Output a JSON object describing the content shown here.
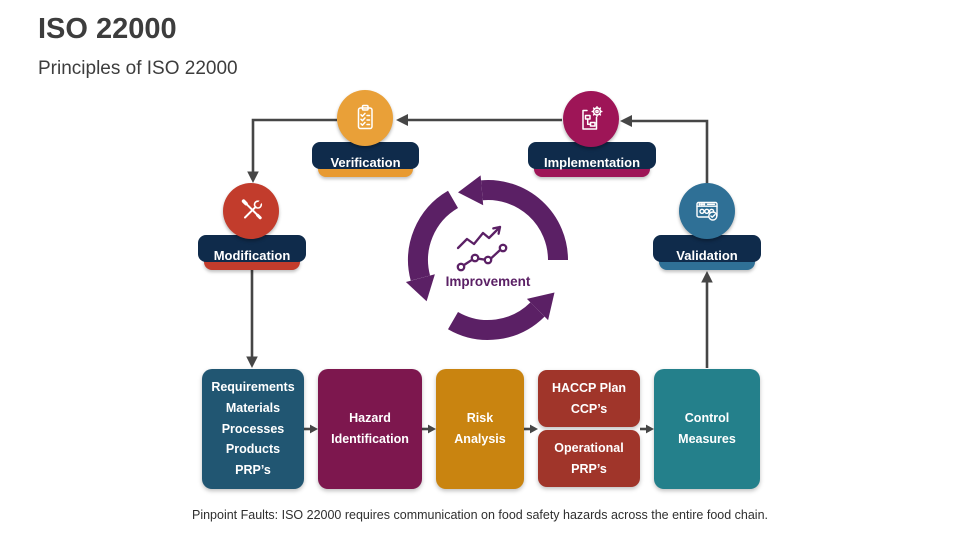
{
  "header": {
    "title": "ISO 22000",
    "subtitle": "Principles of ISO 22000"
  },
  "cycle": {
    "center": {
      "label": "Improvement",
      "icon": "trend-up-chart-icon",
      "color": "#5B2065"
    },
    "steps": [
      {
        "label": "Verification",
        "icon": "clipboard-checklist-icon",
        "color": "#E89A31"
      },
      {
        "label": "Implementation",
        "icon": "blueprint-gear-icon",
        "color": "#9E1557"
      },
      {
        "label": "Modification",
        "icon": "crossed-tools-icon",
        "color": "#C23C2C"
      },
      {
        "label": "Validation",
        "icon": "approved-window-icon",
        "color": "#2F7096"
      }
    ]
  },
  "flow": {
    "boxes": [
      {
        "text": "Requirements\nMaterials\nProcesses\nProducts\nPRP’s",
        "color": "#215672"
      },
      {
        "text": "Hazard\nIdentification",
        "color": "#7D174E"
      },
      {
        "text": "Risk\nAnalysis",
        "color": "#C98410"
      },
      {
        "text": "HACCP Plan\nCCP’s",
        "color": "#A0352A"
      },
      {
        "text": "Operational\nPRP’s",
        "color": "#A0352A"
      },
      {
        "text": "Control\nMeasures",
        "color": "#24808B"
      }
    ]
  },
  "footer": {
    "caption": "Pinpoint Faults: ISO 22000 requires communication on food safety hazards across the entire food chain."
  },
  "palette": {
    "background": "#FFFFFF",
    "connector_gray": "#464646",
    "label_shadow_navy": "#0F2B4B",
    "improvement_purple": "#5B2065",
    "title_text": "#3D3D3D",
    "box_text": "#FFFFFF"
  }
}
